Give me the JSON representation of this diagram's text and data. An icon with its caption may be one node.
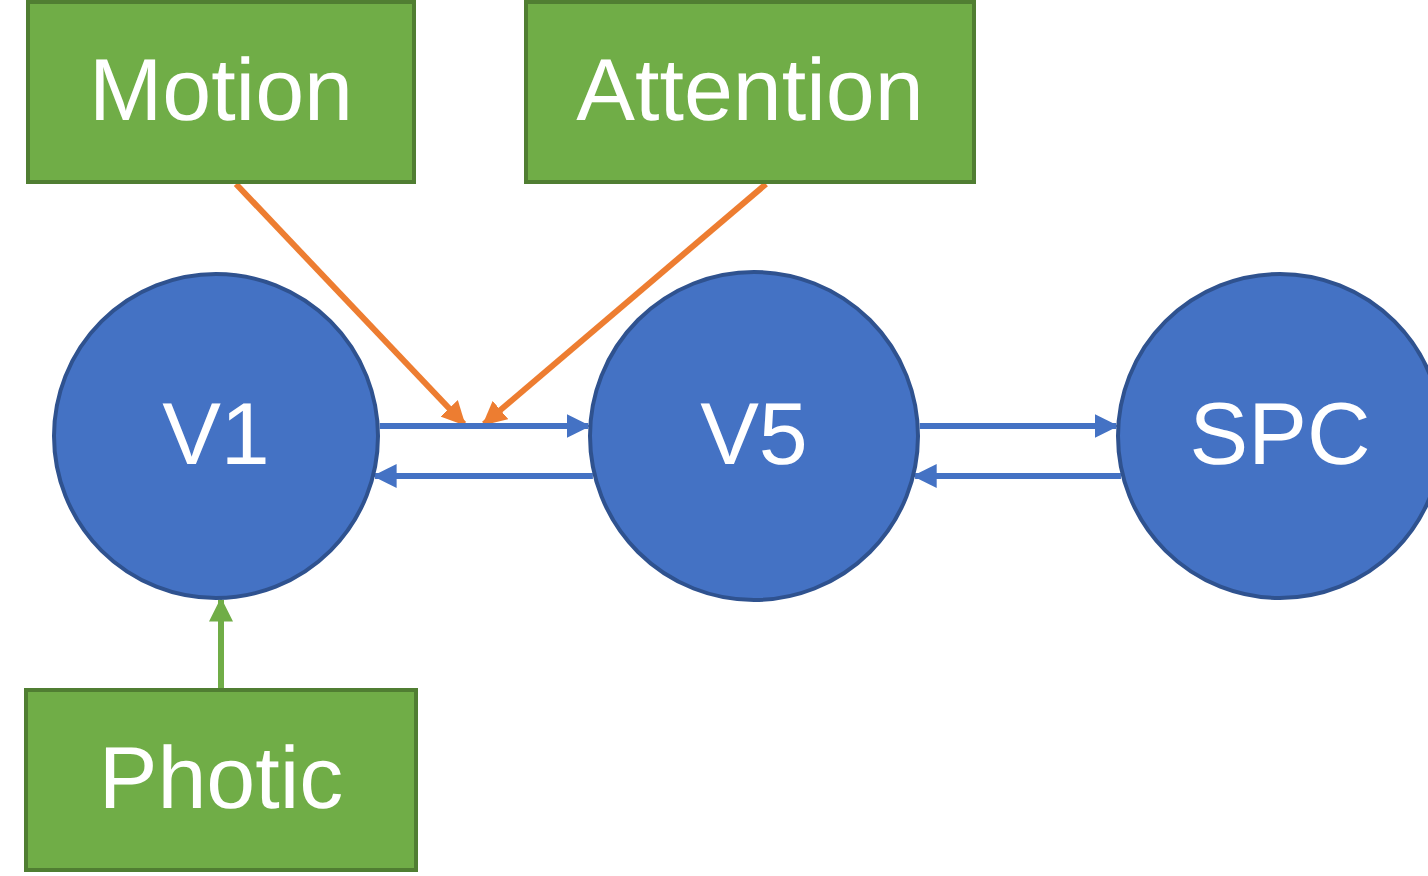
{
  "diagram": {
    "nodes": [
      {
        "text": [
          "Motion"
        ]
      },
      {
        "text": [
          "Attention"
        ]
      },
      {
        "text": [
          "V1"
        ]
      },
      {
        "text": [
          "V5"
        ]
      },
      {
        "text": [
          "SPC"
        ]
      },
      {
        "text": [
          "Photic"
        ]
      }
    ],
    "edges": [
      {
        "from": 0,
        "to": null,
        "arrow": "to",
        "color": "#ed7d31"
      },
      {
        "from": 1,
        "to": null,
        "arrow": "to",
        "color": "#ed7d31"
      },
      {
        "from": 2,
        "to": 3,
        "arrow": "to"
      },
      {
        "from": 3,
        "to": 2,
        "arrow": "to"
      },
      {
        "from": 3,
        "to": 4,
        "arrow": "to"
      },
      {
        "from": 4,
        "to": 3,
        "arrow": "to"
      },
      {
        "from": 5,
        "to": 2,
        "arrow": "to",
        "color": "#70ad47"
      }
    ]
  }
}
